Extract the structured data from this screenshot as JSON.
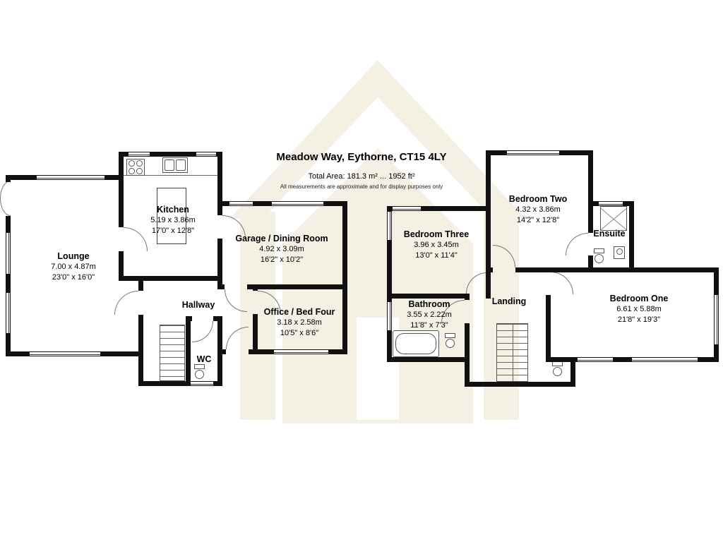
{
  "header": {
    "title": "Meadow Way, Eythorne, CT15 4LY",
    "total_area": "Total Area: 181.3 m² ... 1952 ft²",
    "disclaimer": "All measurements are approximate and for display purposes only"
  },
  "ground_floor": {
    "lounge": {
      "name": "Lounge",
      "metric": "7.00 x 4.87m",
      "imperial": "23'0\" x 16'0\""
    },
    "kitchen": {
      "name": "Kitchen",
      "metric": "5.19 x 3.86m",
      "imperial": "17'0\" x 12'8\""
    },
    "garage_dining": {
      "name": "Garage / Dining Room",
      "metric": "4.92 x 3.09m",
      "imperial": "16'2\" x 10'2\""
    },
    "hallway": {
      "name": "Hallway"
    },
    "office_bed_four": {
      "name": "Office / Bed Four",
      "metric": "3.18 x 2.58m",
      "imperial": "10'5\" x 8'6\""
    },
    "wc": {
      "name": "WC"
    }
  },
  "first_floor": {
    "bedroom_two": {
      "name": "Bedroom Two",
      "metric": "4.32 x 3.86m",
      "imperial": "14'2\" x 12'8\""
    },
    "bedroom_three": {
      "name": "Bedroom Three",
      "metric": "3.96 x 3.45m",
      "imperial": "13'0\" x 11'4\""
    },
    "ensuite": {
      "name": "Ensuite"
    },
    "bathroom": {
      "name": "Bathroom",
      "metric": "3.55 x 2.22m",
      "imperial": "11'8\" x 7'3\""
    },
    "landing": {
      "name": "Landing"
    },
    "bedroom_one": {
      "name": "Bedroom One",
      "metric": "6.61 x 5.88m",
      "imperial": "21'8\" x 19'3\""
    }
  },
  "colors": {
    "wall": "#111111",
    "watermark": "#f5f0e4"
  }
}
